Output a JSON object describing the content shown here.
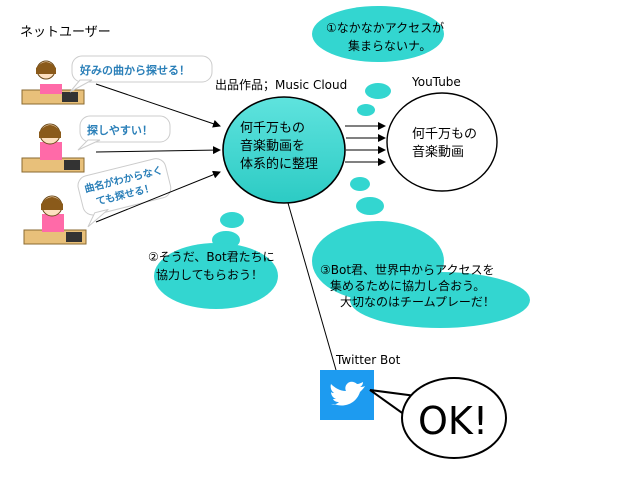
{
  "title_users": "ネットユーザー",
  "speech": {
    "user1": "好みの曲から探せる！",
    "user2": "探しやすい！",
    "user3_line1": "曲名がわからなく",
    "user3_line2": "ても探せる！"
  },
  "product_label": "出品作品；Music Cloud",
  "main_node": {
    "line1": "何千万もの",
    "line2": "音楽動画を",
    "line3": "体系的に整理"
  },
  "youtube": {
    "label": "YouTube",
    "line1": "何千万もの",
    "line2": "音楽動画"
  },
  "thought1": {
    "line1": "①なかなかアクセスが",
    "line2": "集まらないナ。"
  },
  "thought2": {
    "line1": "②そうだ、Bot君たちに",
    "line2": "協力してもらおう！"
  },
  "thought3": {
    "line1": "③Bot君、世界中からアクセスを",
    "line2": "集めるために協力し合おう。",
    "line3": "大切なのはチームプレーだ！"
  },
  "twitter_label": "Twitter Bot",
  "ok_text": "OK!",
  "colors": {
    "cyan": "#33d6d0",
    "twitter_blue": "#1d9bf0",
    "speech_blue": "#2a7fb8"
  }
}
